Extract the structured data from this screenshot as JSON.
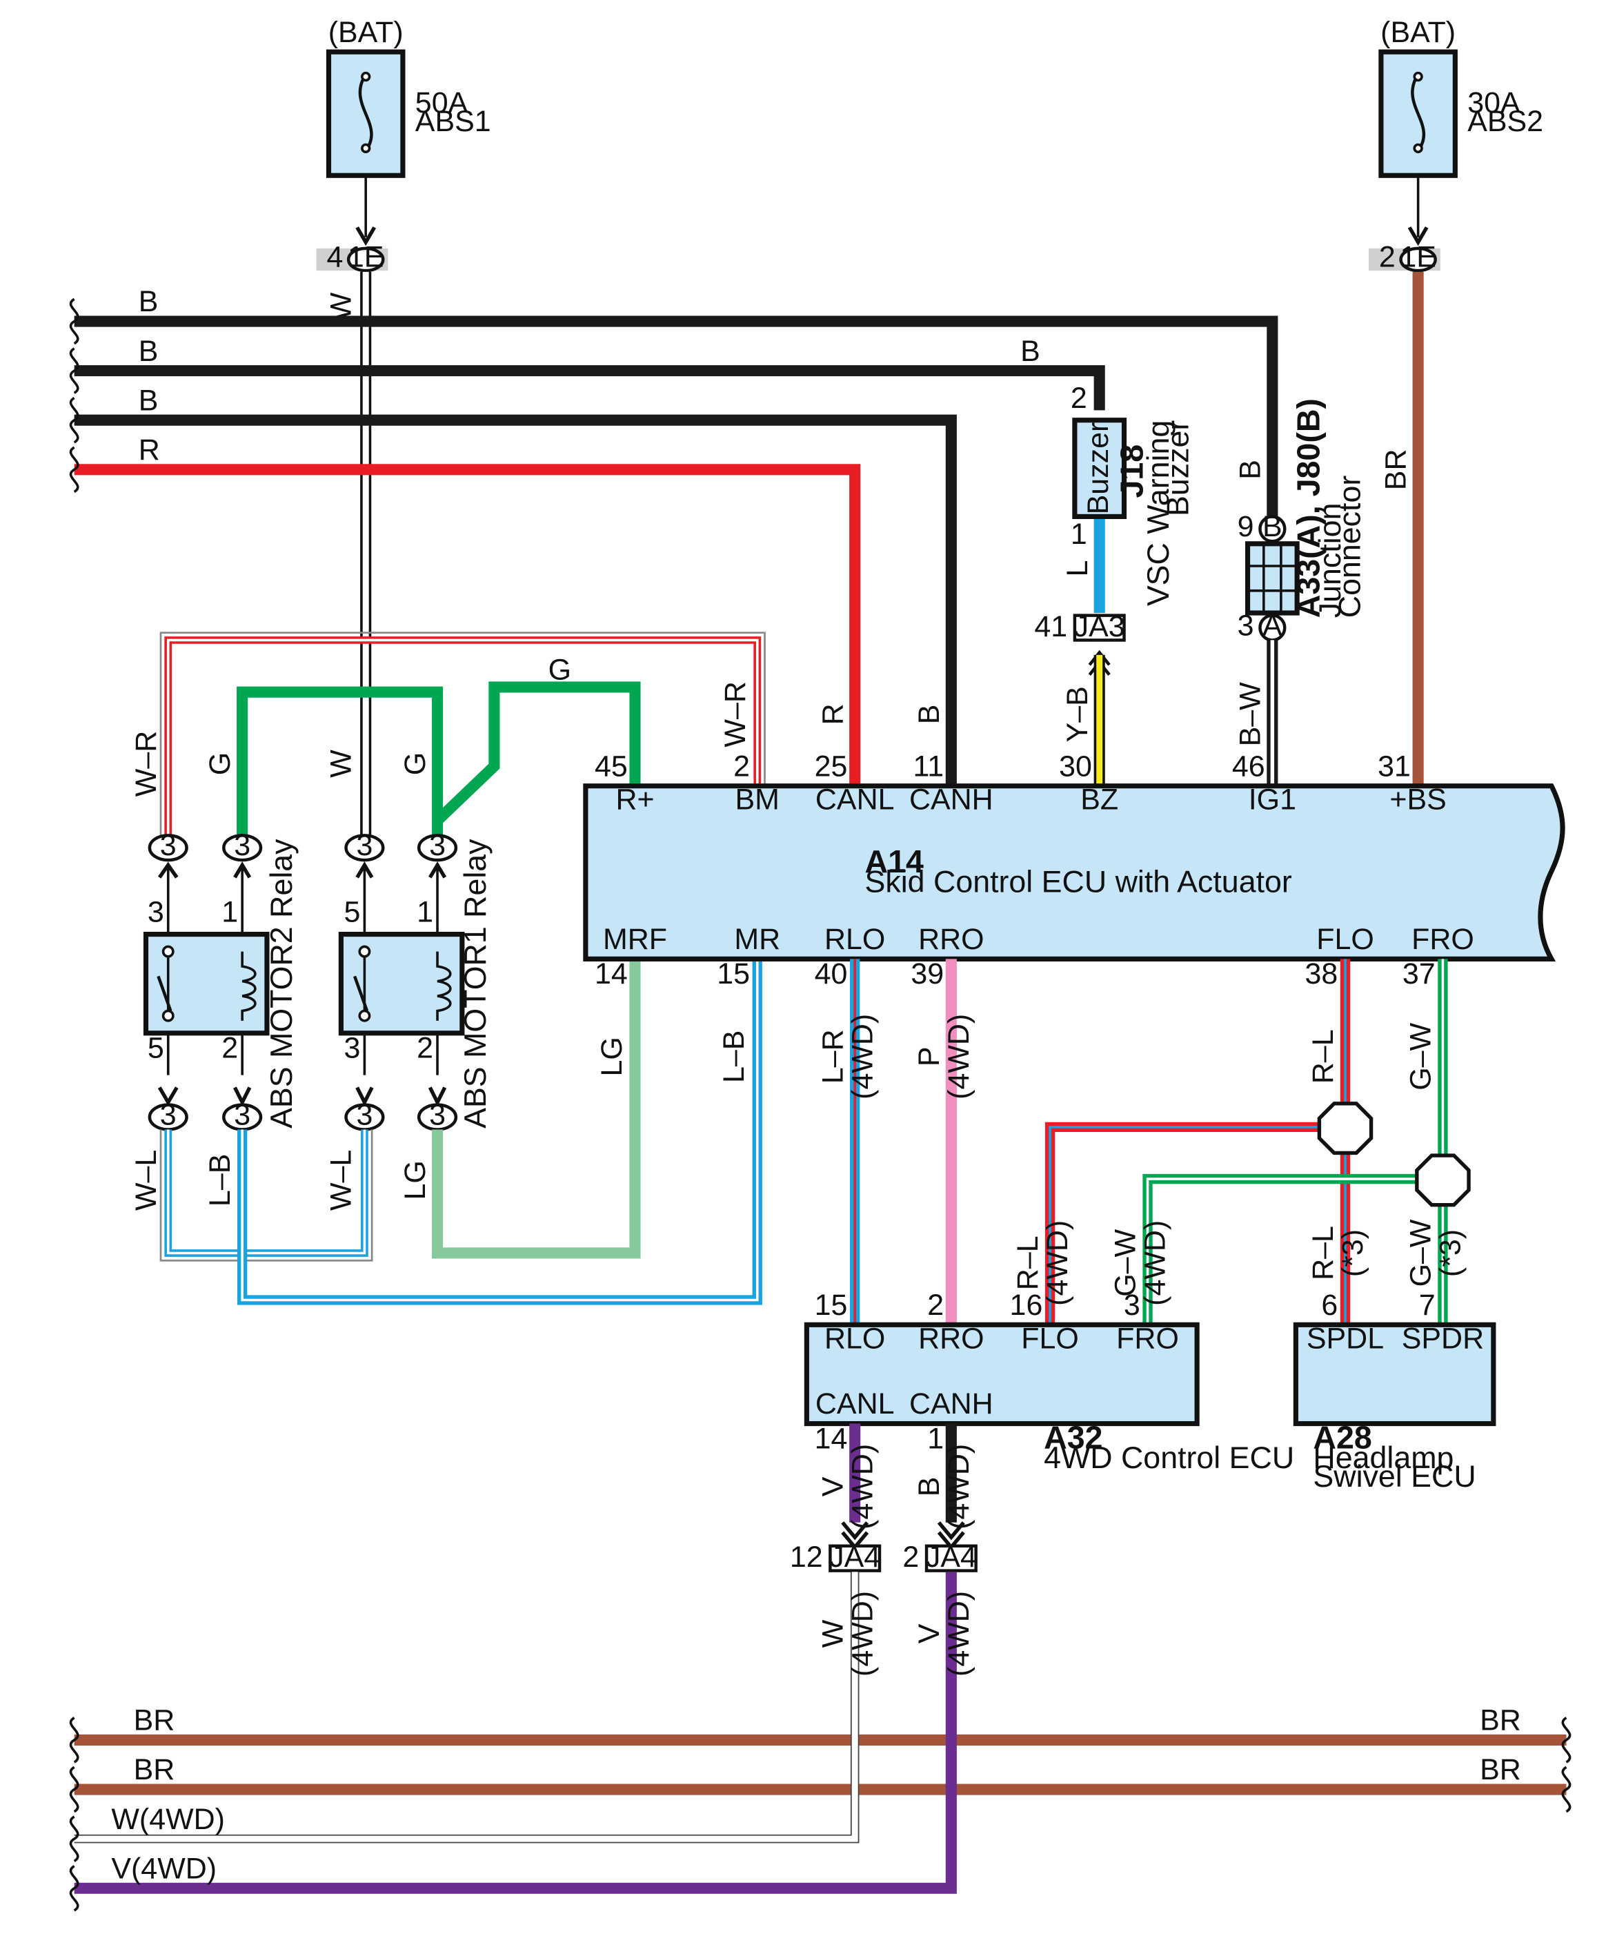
{
  "colors": {
    "black": "#1a1a1a",
    "red": "#e81d25",
    "green": "#00a651",
    "light_green": "#86c99d",
    "blue": "#1aa3e0",
    "yellow": "#f7ea1a",
    "pink": "#ef8ebf",
    "brown": "#a5543a",
    "violet": "#6b2d8f",
    "white_wire": "#ffffff",
    "box_fill": "#c6e5f7"
  },
  "fuses": [
    {
      "source": "(BAT)",
      "rating": "50A",
      "name": "ABS1",
      "connector": "1E",
      "pin": "4",
      "wire": "W"
    },
    {
      "source": "(BAT)",
      "rating": "30A",
      "name": "ABS2",
      "connector": "1E",
      "pin": "2",
      "wire": "BR"
    }
  ],
  "left_wires": [
    "B",
    "B",
    "B",
    "R"
  ],
  "bottom_wires": {
    "left": [
      "BR",
      "BR",
      "W(4WD)",
      "V(4WD)"
    ],
    "right": [
      "BR",
      "BR"
    ]
  },
  "buzzer": {
    "id": "J18",
    "desc1": "VSC Warning",
    "desc2": "Buzzer",
    "label": "Buzzer",
    "pin_top": "2",
    "pin_bottom": "1",
    "wire_top": "B",
    "wire_bottom": "L"
  },
  "junction_connector": {
    "id": "A33(A), J80(B)",
    "desc1": "Junction",
    "desc2": "Connector",
    "pin_top": "9",
    "tag_top": "B",
    "pin_bottom": "3",
    "tag_bottom": "A",
    "wire_top": "B",
    "wire_bottom": "B–W"
  },
  "ja3": {
    "name": "JA3",
    "pin": "41",
    "wire": "Y–B"
  },
  "relays": [
    {
      "name": "ABS MOTOR2 Relay",
      "pins": [
        "3",
        "1",
        "5",
        "2"
      ],
      "conn_pin": "3"
    },
    {
      "name": "ABS MOTOR1 Relay",
      "pins": [
        "5",
        "1",
        "3",
        "2"
      ],
      "conn_pin": "3"
    }
  ],
  "relay_wires_top": [
    "W–R",
    "G",
    "W",
    "G"
  ],
  "relay_wires_bottom": [
    "W–L",
    "L–B",
    "W–L",
    "LG"
  ],
  "ecu": {
    "id": "A14",
    "desc": "Skid Control ECU with Actuator",
    "top_terms": [
      {
        "name": "R+",
        "pin": "45",
        "wire": "G"
      },
      {
        "name": "BM",
        "pin": "2",
        "wire": "W–R"
      },
      {
        "name": "CANL",
        "pin": "25",
        "wire": "R"
      },
      {
        "name": "CANH",
        "pin": "11",
        "wire": "B"
      },
      {
        "name": "BZ",
        "pin": "30",
        "wire": "Y–B"
      },
      {
        "name": "IG1",
        "pin": "46",
        "wire": "B–W"
      },
      {
        "name": "+BS",
        "pin": "31",
        "wire": "BR"
      }
    ],
    "bottom_terms": [
      {
        "name": "MRF",
        "pin": "14",
        "wire": "LG"
      },
      {
        "name": "MR",
        "pin": "15",
        "wire": "L–B"
      },
      {
        "name": "RLO",
        "pin": "40",
        "wire": "L–R"
      },
      {
        "name": "RRO",
        "pin": "39",
        "wire": "P"
      },
      {
        "name": "FLO",
        "pin": "38",
        "wire": "R–L"
      },
      {
        "name": "FRO",
        "pin": "37",
        "wire": "G–W"
      }
    ],
    "g_label": "G"
  },
  "ecu_4wd": {
    "id": "A32",
    "desc": "4WD Control ECU",
    "top_terms": [
      {
        "name": "RLO",
        "pin": "15"
      },
      {
        "name": "RRO",
        "pin": "2"
      },
      {
        "name": "FLO",
        "pin": "16",
        "wire": "R–L"
      },
      {
        "name": "FRO",
        "pin": "3",
        "wire": "G–W"
      }
    ],
    "bottom_terms": [
      {
        "name": "CANL",
        "pin": "14",
        "wire": "V"
      },
      {
        "name": "CANH",
        "pin": "1",
        "wire": "B"
      }
    ]
  },
  "headlamp_ecu": {
    "id": "A28",
    "desc1": "Headlamp",
    "desc2": "Swivel ECU",
    "terms": [
      {
        "name": "SPDL",
        "pin": "6",
        "wire": "R–L"
      },
      {
        "name": "SPDR",
        "pin": "7",
        "wire": "G–W"
      }
    ]
  },
  "ja4": [
    {
      "name": "JA4",
      "pin": "12",
      "wire": "W"
    },
    {
      "name": "JA4",
      "pin": "2",
      "wire": "V"
    }
  ],
  "notes": {
    "fourwd": "(4WD)",
    "star3": "(*3)"
  }
}
